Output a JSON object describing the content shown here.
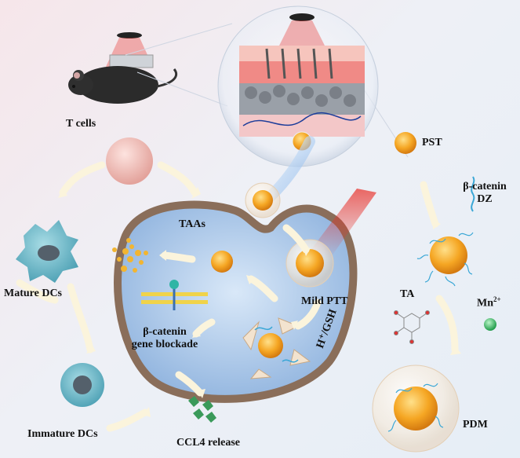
{
  "labels": {
    "t_cells": "T cells",
    "mature_dcs": "Mature DCs",
    "immature_dcs": "Immature DCs",
    "ccl4_release": "CCL4 release",
    "taas": "TAAs",
    "beta_catenin_gene_blockade_line1": "β-catenin",
    "beta_catenin_gene_blockade_line2": "gene blockade",
    "mild_ptt": "Mild PTT",
    "h_gsh": "H⁺/GSH",
    "pst": "PST",
    "beta_catenin_dz_line1": "β-catenin",
    "beta_catenin_dz_line2": "DZ",
    "ta": "TA",
    "mn_base": "Mn",
    "mn_sup": "2+",
    "pdm": "PDM"
  },
  "colors": {
    "nanoparticle_orange": "#f5a623",
    "cell_membrane": "#8a6e5a",
    "cytoplasm": "#a9c6e8",
    "laser_red": "#e8312a",
    "arrow_cream": "#fbf4dc",
    "mn_green": "#2fbf5f",
    "dna_strand": "#3aa7d6",
    "dc_teal": "#6fbfcf",
    "t_cell_pink": "#f2c4bf"
  }
}
